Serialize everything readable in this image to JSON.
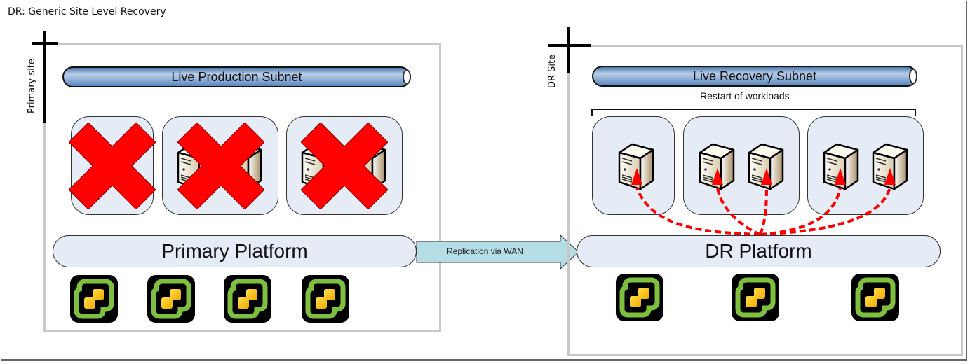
{
  "title": "DR: Generic Site Level Recovery",
  "primary_site": {
    "label": "Primary site",
    "subnet_label": "Live Production Subnet",
    "platform_label": "Primary Platform",
    "host_groups": [
      {
        "servers": 0,
        "status": "failed"
      },
      {
        "servers": 2,
        "status": "failed"
      },
      {
        "servers": 2,
        "status": "failed"
      }
    ],
    "hypervisor_count": 4
  },
  "replication": {
    "label": "Replication via WAN",
    "direction": "primary-to-dr"
  },
  "dr_site": {
    "label": "DR Site",
    "subnet_label": "Live Recovery Subnet",
    "restart_label": "Restart of workloads",
    "platform_label": "DR Platform",
    "host_groups": [
      {
        "servers": 1,
        "status": "restarted"
      },
      {
        "servers": 2,
        "status": "restarted"
      },
      {
        "servers": 2,
        "status": "restarted"
      }
    ],
    "hypervisor_count": 3
  },
  "icons": {
    "failure": "red-x-icon",
    "server": "tower-server-icon",
    "hypervisor": "vsphere-icon",
    "restart_path": "red-dashed-arrow"
  },
  "colors": {
    "failure_red": "#ff0000",
    "host_fill": "#e6ecf6",
    "arrow_fill": "#b4dde6",
    "pipe_blue": "#6f96c6",
    "vsphere_green": "#7fbf3f",
    "vsphere_yellow": "#f5c518"
  }
}
